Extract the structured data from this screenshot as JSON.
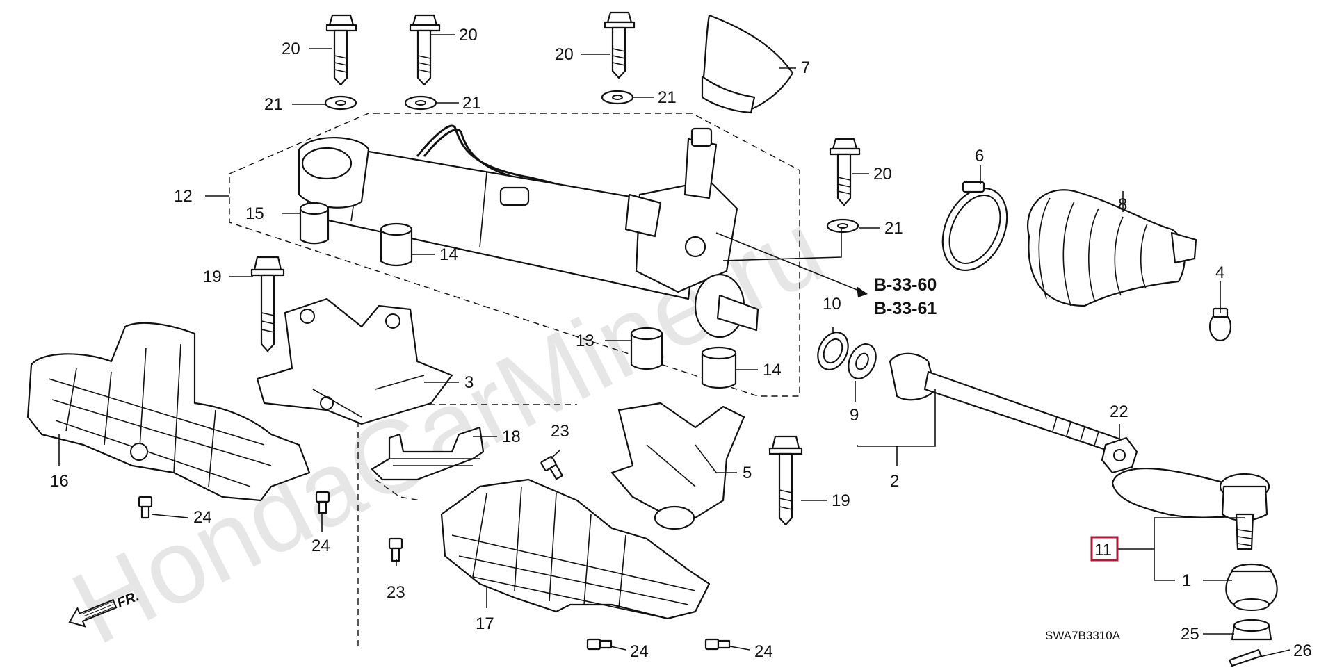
{
  "watermark": "HondaCarMine.ru",
  "diagram_code": "SWA7B3310A",
  "references": [
    "B-33-60",
    "B-33-61"
  ],
  "direction_label": "FR.",
  "highlighted_part": "11",
  "callouts": {
    "c20a": "20",
    "c20b": "20",
    "c20c": "20",
    "c20d": "20",
    "c21a": "21",
    "c21b": "21",
    "c21c": "21",
    "c21d": "21",
    "c7": "7",
    "c6": "6",
    "c8": "8",
    "c4": "4",
    "c12": "12",
    "c15": "15",
    "c14a": "14",
    "c14b": "14",
    "c13": "13",
    "c19a": "19",
    "c19b": "19",
    "c3": "3",
    "c10": "10",
    "c9": "9",
    "c2": "2",
    "c22": "22",
    "c16": "16",
    "c18": "18",
    "c23a": "23",
    "c23b": "23",
    "c5": "5",
    "c24a": "24",
    "c24b": "24",
    "c24c": "24",
    "c24d": "24",
    "c17": "17",
    "c1": "1",
    "c25": "25",
    "c26": "26"
  }
}
